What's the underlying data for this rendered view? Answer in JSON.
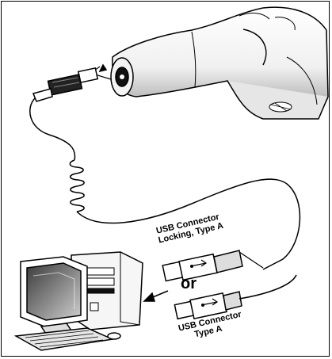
{
  "labels": {
    "usb_locking_line1": "USB Connector",
    "usb_locking_line2": "Locking, Type A",
    "or": "or",
    "usb_typea_line1": "USB Connector",
    "usb_typea_line2": "Type A"
  },
  "colors": {
    "line": "#000000",
    "background": "#ffffff",
    "shade": "#dcdcdc",
    "dark": "#222222"
  }
}
